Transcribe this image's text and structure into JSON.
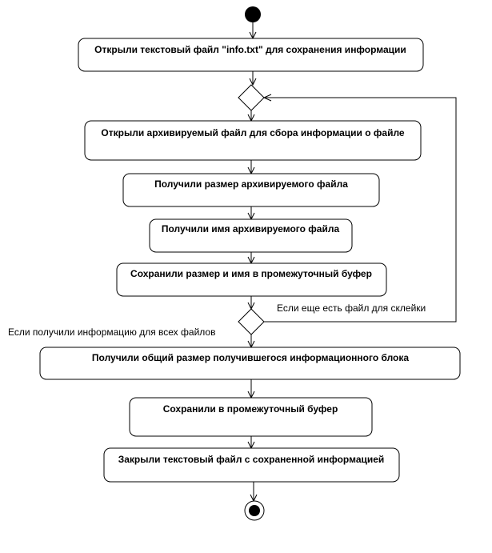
{
  "actions": {
    "open_info_file": "Открыли текстовый файл \"info.txt\" для сохранения информации",
    "open_archived_file": "Открыли архивируемый файл для сбора информации о файле",
    "get_file_size": "Получили размер архивируемого файла",
    "get_file_name": "Получили имя архивируемого файла",
    "save_to_buffer": "Сохранили размер и имя в промежуточный буфер",
    "get_total_size": "Получили общий размер получившегося информационного блока",
    "save_buffer": "Сохранили в промежуточный буфер",
    "close_file": "Закрыли текстовый файл с сохраненной информацией"
  },
  "guards": {
    "more_files": "Если еще есть файл для склейки",
    "all_files_done": "Если получили информацию для всех файлов"
  },
  "colors": {
    "line": "#000000",
    "fill": "#ffffff"
  }
}
